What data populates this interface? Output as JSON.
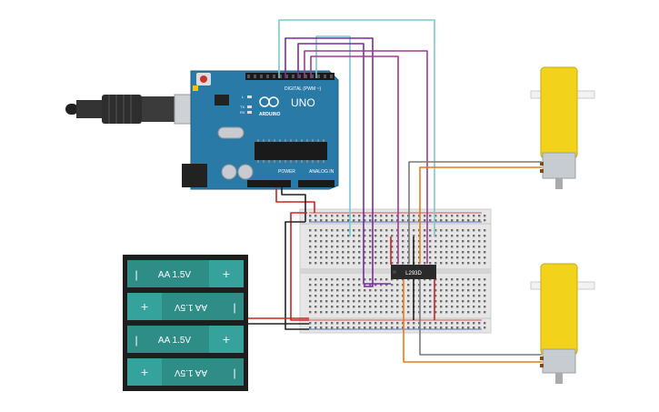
{
  "arduino": {
    "brand": "ARDUINO",
    "model": "UNO",
    "digital_label": "DIGITAL (PWM ~)",
    "power_label": "POWER",
    "analog_label": "ANALOG IN",
    "tx_label": "TX",
    "rx_label": "RX",
    "l_label": "L",
    "on_label": "ON"
  },
  "ic": {
    "label": "L293D"
  },
  "battery": {
    "cells": [
      {
        "label": "AA 1.5V",
        "flipped": false
      },
      {
        "label": "AA 1.5V",
        "flipped": true
      },
      {
        "label": "AA 1.5V",
        "flipped": false
      },
      {
        "label": "AA 1.5V",
        "flipped": true
      }
    ]
  },
  "colors": {
    "arduino_board": "#2a7aa8",
    "breadboard": "#e6e6e6",
    "motor_body": "#f2d21b",
    "battery_cell": "#2e8d87",
    "wire_cyan": "#7cc8cf",
    "wire_purple": "#7b2c9c",
    "wire_magenta": "#a43a8f",
    "wire_orange": "#e57c18",
    "wire_gray": "#7a7a7a",
    "wire_red": "#d42020",
    "wire_black": "#222222"
  }
}
